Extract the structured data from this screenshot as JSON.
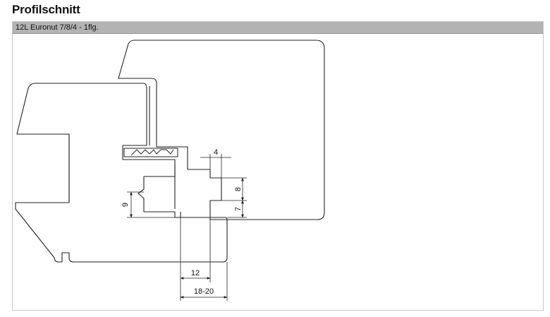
{
  "page": {
    "title": "Profilschnitt"
  },
  "panel": {
    "header": "12L Euronut 7/8/4 - 1flg."
  },
  "dimensions": {
    "seal_offset": "4",
    "rebate_depth": "8",
    "lower_offset": "7",
    "step_height": "9",
    "width_small": "12",
    "width_range": "18-20"
  },
  "colors": {
    "line": "#222222",
    "header_bg": "#b3b3b3",
    "panel_border": "#c8c8c8"
  }
}
